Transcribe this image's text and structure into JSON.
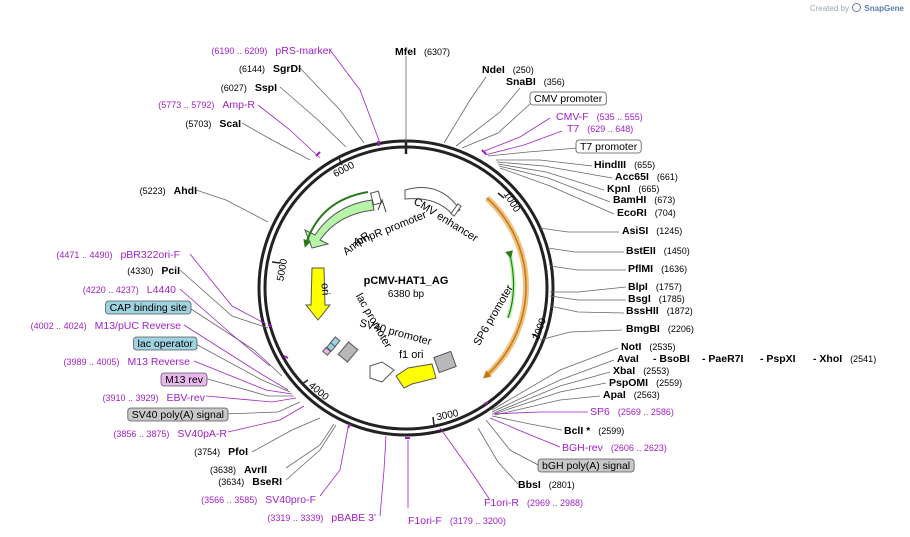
{
  "credit": {
    "prefix": "Created by",
    "icon": "snapgene-logo-icon",
    "brand": "SnapGene"
  },
  "plasmid": {
    "name": "pCMV-HAT1_AG",
    "length": "6380 bp"
  },
  "colors": {
    "enzyme": "#000000",
    "primer": "#a020c8",
    "feature_green": "#b6f5a8",
    "yellow": "#ffff00",
    "origin_orange": "#f0c080",
    "grey": "#b8b8b8",
    "blue": "#9fd3e0",
    "pink": "#e8b8ec"
  },
  "sites": [
    {
      "name": "MfeI",
      "pos": "(6307)",
      "kind": "enzyme"
    },
    {
      "name": "NdeI",
      "pos": "(250)",
      "kind": "enzyme"
    },
    {
      "name": "SnaBI",
      "pos": "(356)",
      "kind": "enzyme"
    },
    {
      "name": "CMV promoter",
      "pos": "",
      "kind": "feature"
    },
    {
      "name": "CMV-F",
      "pos": "(535 .. 555)",
      "kind": "primer"
    },
    {
      "name": "T7",
      "pos": "(629 .. 648)",
      "kind": "primer"
    },
    {
      "name": "T7 promoter",
      "pos": "",
      "kind": "feature"
    },
    {
      "name": "HindIII",
      "pos": "(655)",
      "kind": "enzyme"
    },
    {
      "name": "Acc65I",
      "pos": "(661)",
      "kind": "enzyme"
    },
    {
      "name": "KpnI",
      "pos": "(665)",
      "kind": "enzyme"
    },
    {
      "name": "BamHI",
      "pos": "(673)",
      "kind": "enzyme"
    },
    {
      "name": "EcoRI",
      "pos": "(704)",
      "kind": "enzyme"
    },
    {
      "name": "AsiSI",
      "pos": "(1245)",
      "kind": "enzyme"
    },
    {
      "name": "BstEII",
      "pos": "(1450)",
      "kind": "enzyme"
    },
    {
      "name": "PflMI",
      "pos": "(1636)",
      "kind": "enzyme"
    },
    {
      "name": "BlpI",
      "pos": "(1757)",
      "kind": "enzyme"
    },
    {
      "name": "BsgI",
      "pos": "(1785)",
      "kind": "enzyme"
    },
    {
      "name": "BssHII",
      "pos": "(1872)",
      "kind": "enzyme"
    },
    {
      "name": "BmgBI",
      "pos": "(2206)",
      "kind": "enzyme"
    },
    {
      "name": "NotI",
      "pos": "(2535)",
      "kind": "enzyme"
    },
    {
      "name": "AvaI",
      "pos": "",
      "kind": "enzyme"
    },
    {
      "name": "- BsoBI",
      "pos": "",
      "kind": "enzyme"
    },
    {
      "name": "- PaeR7I",
      "pos": "",
      "kind": "enzyme"
    },
    {
      "name": "- PspXI",
      "pos": "",
      "kind": "enzyme"
    },
    {
      "name": "- XhoI",
      "pos": "(2541)",
      "kind": "enzyme"
    },
    {
      "name": "XbaI",
      "pos": "(2553)",
      "kind": "enzyme"
    },
    {
      "name": "PspOMI",
      "pos": "(2559)",
      "kind": "enzyme"
    },
    {
      "name": "ApaI",
      "pos": "(2563)",
      "kind": "enzyme"
    },
    {
      "name": "SP6",
      "pos": "(2569 .. 2586)",
      "kind": "primer"
    },
    {
      "name": "BclI *",
      "pos": "(2599)",
      "kind": "enzyme"
    },
    {
      "name": "BGH-rev",
      "pos": "(2606 .. 2623)",
      "kind": "primer"
    },
    {
      "name": "bGH poly(A) signal",
      "pos": "",
      "kind": "feature_grey"
    },
    {
      "name": "BbsI",
      "pos": "(2801)",
      "kind": "enzyme"
    },
    {
      "name": "F1ori-R",
      "pos": "(2969 .. 2988)",
      "kind": "primer"
    },
    {
      "name": "F1ori-F",
      "pos": "(3179 .. 3200)",
      "kind": "primer"
    },
    {
      "name": "pBABE 3'",
      "pos": "(3319 .. 3339)",
      "kind": "primer"
    },
    {
      "name": "SV40pro-F",
      "pos": "(3566 .. 3585)",
      "kind": "primer"
    },
    {
      "name": "BseRI",
      "pos": "(3634)",
      "kind": "enzyme"
    },
    {
      "name": "AvrII",
      "pos": "(3638)",
      "kind": "enzyme"
    },
    {
      "name": "PfoI",
      "pos": "(3754)",
      "kind": "enzyme"
    },
    {
      "name": "SV40pA-R",
      "pos": "(3856 .. 3875)",
      "kind": "primer"
    },
    {
      "name": "SV40 poly(A) signal",
      "pos": "",
      "kind": "feature_grey"
    },
    {
      "name": "EBV-rev",
      "pos": "(3910 .. 3929)",
      "kind": "primer"
    },
    {
      "name": "M13 rev",
      "pos": "",
      "kind": "feature_pink"
    },
    {
      "name": "M13 Reverse",
      "pos": "(3989 .. 4005)",
      "kind": "primer"
    },
    {
      "name": "lac operator",
      "pos": "",
      "kind": "feature_blue"
    },
    {
      "name": "M13/pUC Reverse",
      "pos": "(4002 .. 4024)",
      "kind": "primer"
    },
    {
      "name": "CAP binding site",
      "pos": "",
      "kind": "feature_blue"
    },
    {
      "name": "L4440",
      "pos": "(4220 .. 4237)",
      "kind": "primer"
    },
    {
      "name": "PciI",
      "pos": "(4330)",
      "kind": "enzyme"
    },
    {
      "name": "pBR322ori-F",
      "pos": "(4471 .. 4490)",
      "kind": "primer"
    },
    {
      "name": "AhdI",
      "pos": "(5223)",
      "kind": "enzyme"
    },
    {
      "name": "ScaI",
      "pos": "(5703)",
      "kind": "enzyme"
    },
    {
      "name": "Amp-R",
      "pos": "(5773 .. 5792)",
      "kind": "primer"
    },
    {
      "name": "SspI",
      "pos": "(6027)",
      "kind": "enzyme"
    },
    {
      "name": "SgrDI",
      "pos": "(6144)",
      "kind": "enzyme"
    },
    {
      "name": "pRS-marker",
      "pos": "(6190 .. 6209)",
      "kind": "primer"
    }
  ],
  "ticks": [
    "1000",
    "2000",
    "3000",
    "4000",
    "5000",
    "6000"
  ],
  "inner_labels": [
    "CMV enhancer",
    "AmpR",
    "AmpR promoter",
    "ori",
    "lac promoter",
    "SV40 promoter",
    "f1 ori",
    "SP6 promoter"
  ]
}
